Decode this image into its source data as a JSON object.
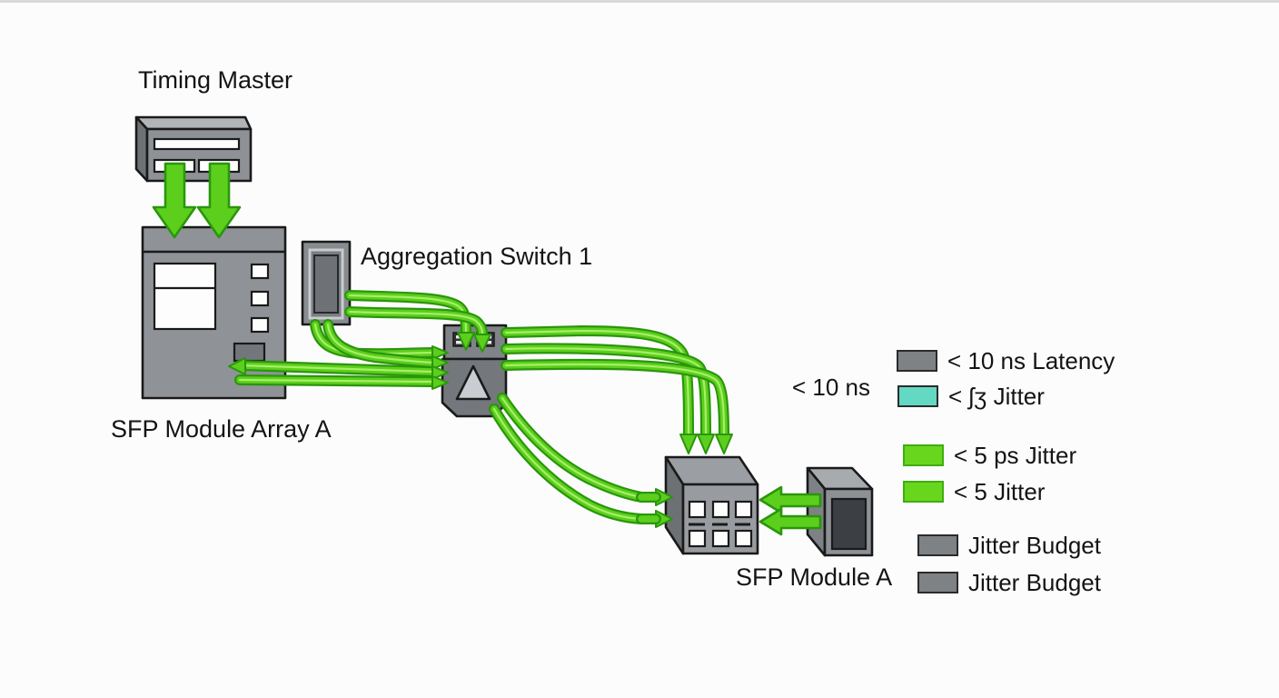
{
  "devices": {
    "timing_master": {
      "label": "Timing Master"
    },
    "sfp_module_array_a": {
      "label": "SFP Module Array A"
    },
    "aggregation_switch_1": {
      "label": "Aggregation Switch 1"
    },
    "sfp_module_a": {
      "label": "SFP Module A"
    }
  },
  "annotations": {
    "latency_note": "< 10 ns"
  },
  "legend": {
    "items": [
      {
        "label": "< 10 ns Latency",
        "color": "#7e8285",
        "border": "#2b2b2b"
      },
      {
        "label": "< ʃʒ Jitter",
        "color": "#63d8c2",
        "border": "#2b2b2b"
      },
      {
        "label": "< 5 ps Jitter",
        "color": "#69d61e",
        "border": "#3fae10"
      },
      {
        "label": "< 5 Jitter",
        "color": "#69d61e",
        "border": "#3fae10"
      },
      {
        "label": "Jitter Budget",
        "color": "#7e8285",
        "border": "#2b2b2b"
      },
      {
        "label": "Jitter Budget",
        "color": "#7e8285",
        "border": "#2b2b2b"
      }
    ]
  },
  "colors": {
    "background": "#fcfcfc",
    "cable_green": "#5ccf1d",
    "cable_outline": "#2a960c",
    "cable_highlight": "#a6ef67",
    "device_gray": "#8e9296",
    "teal_swatch": "#63d8c2",
    "green_swatch": "#69d61e",
    "gray_swatch": "#7e8285"
  }
}
